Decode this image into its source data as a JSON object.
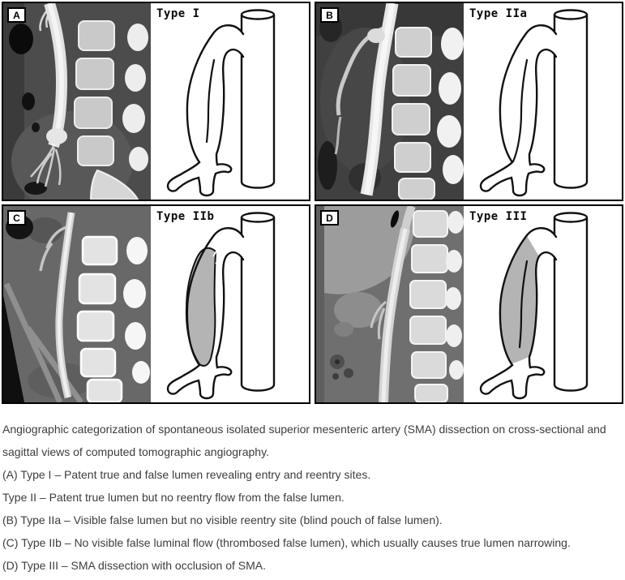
{
  "figure": {
    "panels": [
      {
        "letter": "A",
        "type_label": "Type I"
      },
      {
        "letter": "B",
        "type_label": "Type IIa"
      },
      {
        "letter": "C",
        "type_label": "Type IIb"
      },
      {
        "letter": "D",
        "type_label": "Type III"
      }
    ]
  },
  "caption": {
    "intro": "Angiographic categorization of spontaneous isolated superior mesenteric artery (SMA) dissection on cross-sectional and sagittal views of computed tomographic angiography.",
    "items": [
      "(A) Type I – Patent true and false lumen revealing entry and reentry sites.",
      "Type II – Patent true lumen but no reentry flow from the false lumen.",
      "(B) Type IIa – Visible false lumen but no visible reentry site (blind pouch of false lumen).",
      "(C) Type IIb – No visible false luminal flow (thrombosed false lumen), which usually causes true lumen narrowing.",
      "(D) Type III – SMA dissection with occlusion of SMA."
    ]
  },
  "colors": {
    "panel_border": "#000000",
    "diagram_outline": "#111111",
    "thrombus_fill": "#b4b4b4",
    "caption_text": "#3d3d3d"
  }
}
